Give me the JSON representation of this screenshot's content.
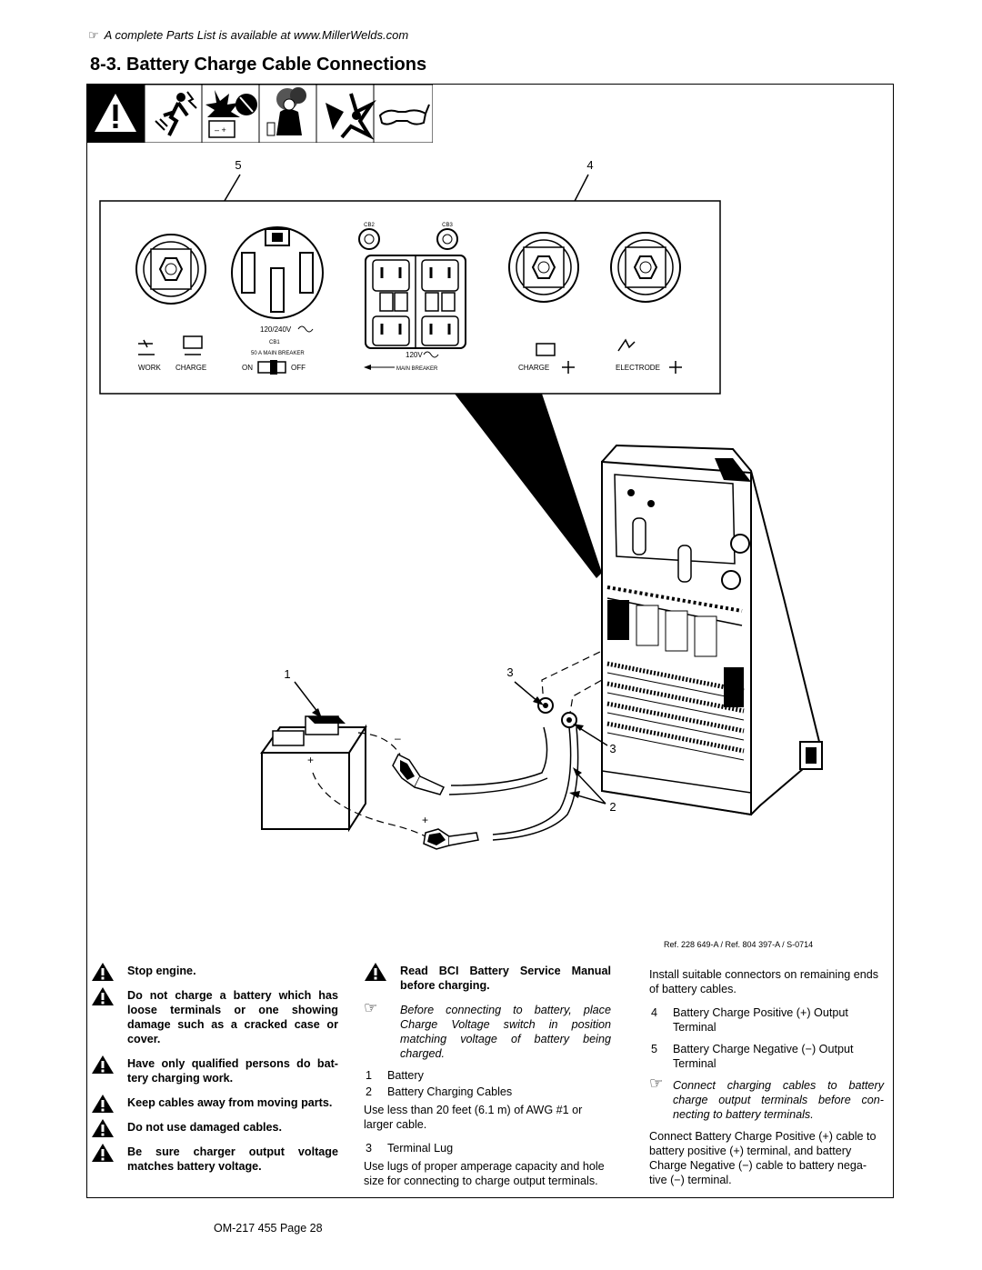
{
  "header": {
    "hand_glyph": "☞",
    "parts_note": "A complete Parts List is available at www.MillerWelds.com",
    "section_title": "8-3.   Battery Charge Cable Connections"
  },
  "safety_icons": [
    "warning-icon",
    "electric-shock-icon",
    "battery-explosion-icon",
    "toxic-fumes-icon",
    "moving-parts-icon",
    "safety-glasses-icon"
  ],
  "panel_labels": {
    "cb2": "CB2",
    "cb3": "CB3",
    "voltage_240": "120/240V",
    "cb1": "CB1",
    "breaker": "50 A MAIN BREAKER",
    "on": "ON",
    "off": "OFF",
    "volt_120": "120V",
    "main_breaker": "MAIN BREAKER",
    "work": "WORK",
    "charge_left": "CHARGE",
    "charge_right": "CHARGE",
    "electrode": "ELECTRODE"
  },
  "callouts": {
    "five": "5",
    "four": "4",
    "one": "1",
    "three_top": "3",
    "three_bottom": "3",
    "two": "2",
    "minus": "–",
    "plus": "+"
  },
  "reference": "Ref. 228 649-A / Ref. 804 397-A / S-0714",
  "column1": {
    "warnings": [
      "Stop engine.",
      "Do not charge a battery which has loose terminals or one showing damage such as a cracked case or cover.",
      "Have only qualified persons do bat- tery charging work.",
      "Keep cables away from moving parts.",
      "Do not use damaged cables.",
      "Be sure charger output voltage matches battery voltage."
    ]
  },
  "column2": {
    "warning": "Read BCI Battery Service Manual before charging.",
    "note": "Before connecting to battery, place Charge Voltage switch in position matching voltage of battery being charged.",
    "item1_num": "1",
    "item1": "Battery",
    "item2_num": "2",
    "item2": "Battery Charging Cables",
    "para2": "Use less than 20 feet (6.1 m) of AWG #1 or larger cable.",
    "item3_num": "3",
    "item3": "Terminal Lug",
    "para3": "Use lugs of proper amperage capacity and hole size for connecting to charge output terminals."
  },
  "column3": {
    "intro": "Install suitable connectors on remaining ends of battery cables.",
    "item4_num": "4",
    "item4": "Battery Charge Positive (+) Output Terminal",
    "item5_num": "5",
    "item5": "Battery Charge Negative (−) Output Terminal",
    "note": "Connect charging cables to battery charge output terminals before con- necting to battery terminals.",
    "final": "Connect Battery Charge Positive (+) cable to battery positive (+) terminal, and battery Charge Negative (−) cable to battery nega- tive (−) terminal."
  },
  "footer": {
    "page_label": "OM-217 455 Page 28"
  }
}
